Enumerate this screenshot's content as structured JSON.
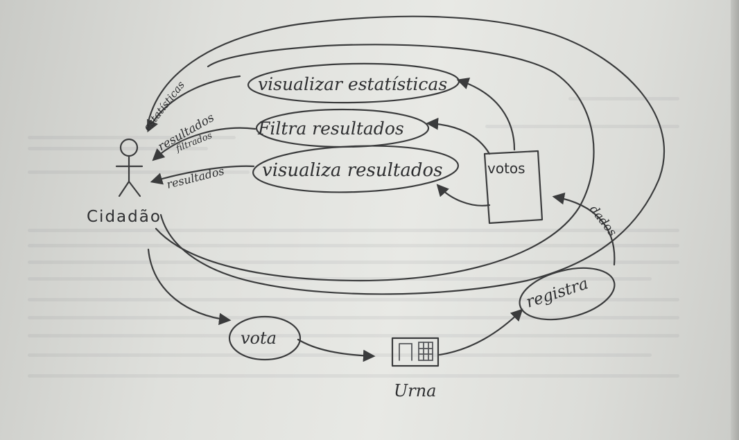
{
  "diagram": {
    "actor": {
      "label": "Cidadão"
    },
    "processes": {
      "visualizar_estatisticas": "visualizar estatísticas",
      "filtra_resultados": "Filtra resultados",
      "visualiza_resultados": "visualiza resultados",
      "vota": "vota",
      "registra": "registra"
    },
    "datastore": {
      "label": "votos"
    },
    "device": {
      "label": "Urna"
    },
    "flows": {
      "estatisticas": "estatísticas",
      "resultados_filtrados_1": "resultados",
      "resultados_filtrados_2": "filtrados",
      "resultados": "resultados",
      "dados": "dados"
    }
  },
  "colors": {
    "pencil": "#3a3b3c",
    "paper": "#e4e5e1"
  }
}
